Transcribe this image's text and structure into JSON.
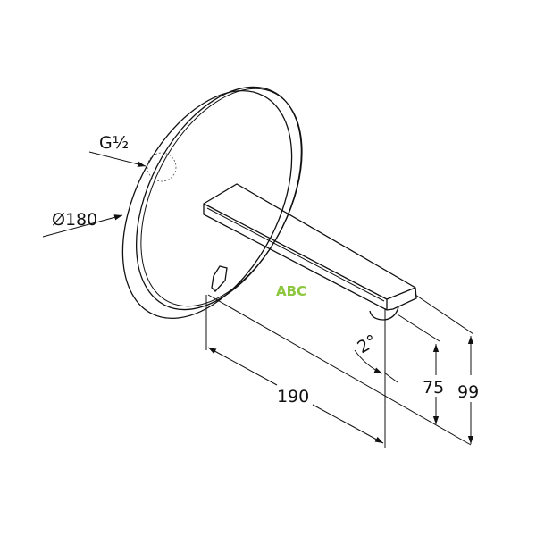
{
  "drawing": {
    "thread_label": "G½",
    "diameter_label": "Ø180",
    "length_label": "190",
    "height_outlet_label": "75",
    "height_total_label": "99",
    "angle_label": "2°",
    "watermark": "ABC",
    "watermark_color": "#8dc63f",
    "line_color": "#111111"
  }
}
